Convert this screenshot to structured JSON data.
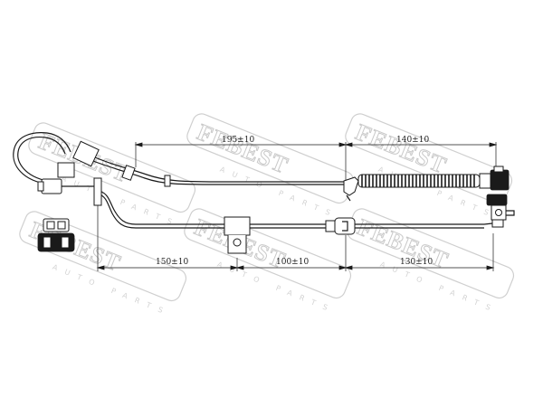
{
  "watermark": {
    "brand": "FEBEST",
    "tagline": "AUTO PARTS"
  },
  "dimensions": {
    "top_left": "195±10",
    "top_right": "140±10",
    "bottom_1": "150±10",
    "bottom_2": "100±10",
    "bottom_3": "130±10"
  }
}
